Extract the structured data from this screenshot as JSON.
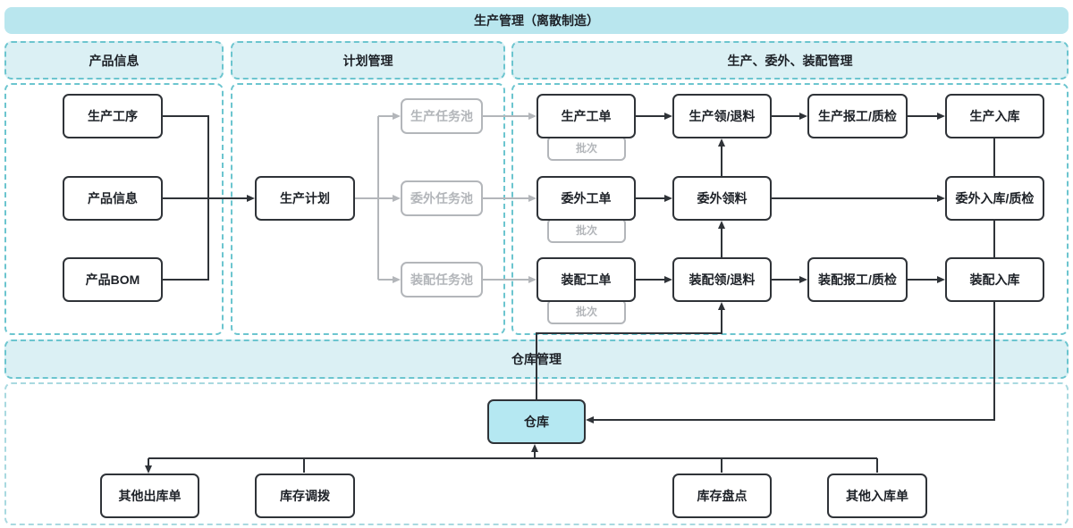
{
  "banner": {
    "title": "生产管理（离散制造）"
  },
  "sections": {
    "product": {
      "header": "产品信息",
      "nodes": {
        "process": "生产工序",
        "info": "产品信息",
        "bom": "产品BOM"
      }
    },
    "plan": {
      "header": "计划管理",
      "nodes": {
        "plan": "生产计划",
        "prod_pool": "生产任务池",
        "outsource_pool": "委外任务池",
        "assembly_pool": "装配任务池"
      }
    },
    "production": {
      "header": "生产、委外、装配管理",
      "batch_label": "批次",
      "nodes": {
        "prod_order": "生产工单",
        "prod_pick": "生产领/退料",
        "prod_report": "生产报工/质检",
        "prod_inbound": "生产入库",
        "outsource_order": "委外工单",
        "outsource_pick": "委外领料",
        "outsource_inbound": "委外入库/质检",
        "assembly_order": "装配工单",
        "assembly_pick": "装配领/退料",
        "assembly_report": "装配报工/质检",
        "assembly_inbound": "装配入库"
      }
    },
    "warehouse": {
      "header": "仓库管理",
      "nodes": {
        "warehouse": "仓库",
        "other_outbound": "其他出库单",
        "transfer": "库存调拨",
        "stocktake": "库存盘点",
        "other_inbound": "其他入库单"
      }
    }
  },
  "colors": {
    "banner_fill": "#b9e6ee",
    "section_fill": "#dbf0f4",
    "dash_border": "#6cc5cf",
    "dash_border_light": "#a9d9e0",
    "node_border": "#2f3338",
    "gray": "#b3b6ba",
    "warehouse_fill": "#b5e8f2",
    "line": "#2f3338"
  }
}
